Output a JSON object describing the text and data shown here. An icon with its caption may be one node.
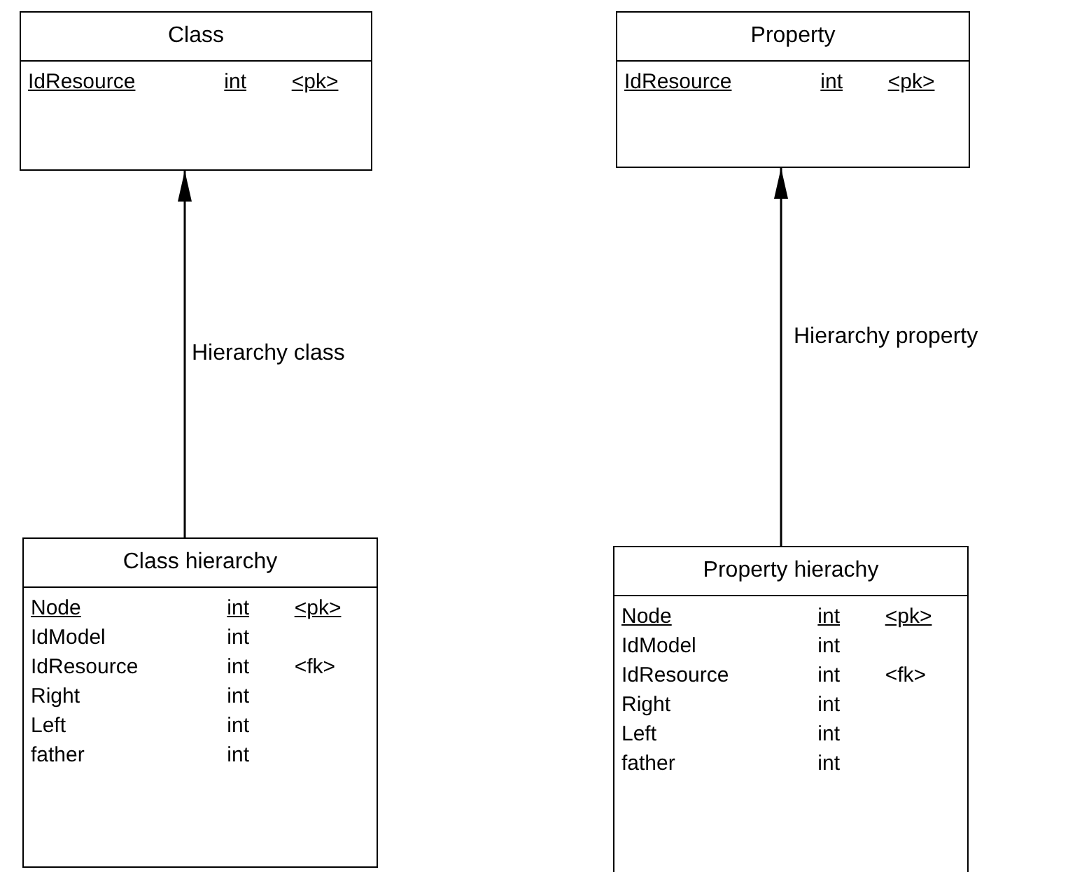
{
  "diagram": {
    "nodes": [
      {
        "text": [
          "Class",
          "IdResource int <pk>"
        ]
      },
      {
        "text": [
          "Property",
          "IdResource int <pk>"
        ]
      },
      {
        "text": [
          "Class hierarchy",
          "Node int <pk>",
          "IdModel int",
          "IdResource int <fk>",
          "Right int",
          "Left int",
          "father int"
        ]
      },
      {
        "text": [
          "Property hierachy",
          "Node int <pk>",
          "IdModel int",
          "IdResource int <fk>",
          "Right int",
          "Left int",
          "father int"
        ]
      }
    ],
    "edges": [
      {
        "from": 2,
        "to": 0,
        "arrow": "to",
        "label": "Hierarchy class"
      },
      {
        "from": 3,
        "to": 1,
        "arrow": "to",
        "label": "Hierarchy property"
      }
    ]
  }
}
